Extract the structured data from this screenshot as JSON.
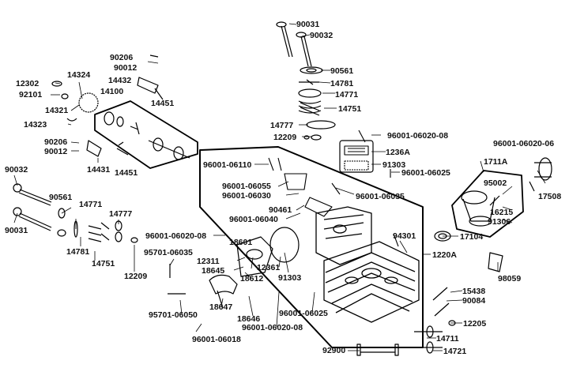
{
  "diagram": {
    "groups": {
      "cylinder_head_assy": "1220A",
      "camshaft_assy": "14100",
      "intake_pipe_assy": "1711A",
      "breather_assy": "1236A"
    },
    "labels": {
      "p90031_top": "90031",
      "p90032_top": "90032",
      "p90561_top": "90561",
      "p14781_top": "14781",
      "p14771_top": "14771",
      "p14751_top": "14751",
      "p14777_top": "14777",
      "p12209_top": "12209",
      "p96001_06020_08_top": "96001-06020-08",
      "p1236A": "1236A",
      "p91303_top": "91303",
      "p96001_06025_top": "96001-06025",
      "p96001_06020_06": "96001-06020-06",
      "p1711A": "1711A",
      "p95002": "95002",
      "p16215": "16215",
      "p91306": "91306",
      "p17508": "17508",
      "p17104": "17104",
      "p1220A": "1220A",
      "p94301": "94301",
      "p98059": "98059",
      "p15438": "15438",
      "p90084": "90084",
      "p12205": "12205",
      "p14711": "14711",
      "p14721": "14721",
      "p92900": "92900",
      "p90206_top": "90206",
      "p90012_top": "90012",
      "p14432": "14432",
      "p14451_top": "14451",
      "p14100": "14100",
      "p14324": "14324",
      "p12302": "12302",
      "p92101": "92101",
      "p14321": "14321",
      "p14323": "14323",
      "p90206_mid": "90206",
      "p90012_mid": "90012",
      "p14431": "14431",
      "p14451_mid": "14451",
      "p90032_left": "90032",
      "p90031_left": "90031",
      "p90561_left": "90561",
      "p14771_left": "14771",
      "p14777_left": "14777",
      "p14781_left": "14781",
      "p14751_left": "14751",
      "p12209_left": "12209",
      "p96001_06110": "96001-06110",
      "p96001_06055": "96001-06055",
      "p96001_06030": "96001-06030",
      "p96001_06035": "96001-06035",
      "p90461": "90461",
      "p96001_06040": "96001-06040",
      "p96001_06020_08_mid": "96001-06020-08",
      "p95701_06035": "95701-06035",
      "p12311": "12311",
      "p18601": "18601",
      "p18645": "18645",
      "p18612": "18612",
      "p12361": "12361",
      "p91303_mid": "91303",
      "p18647": "18647",
      "p18646": "18646",
      "p95701_06050": "95701-06050",
      "p96001_06018": "96001-06018",
      "p96001_06020_08_bot": "96001-06020-08",
      "p96001_06025_bot": "96001-06025"
    }
  }
}
